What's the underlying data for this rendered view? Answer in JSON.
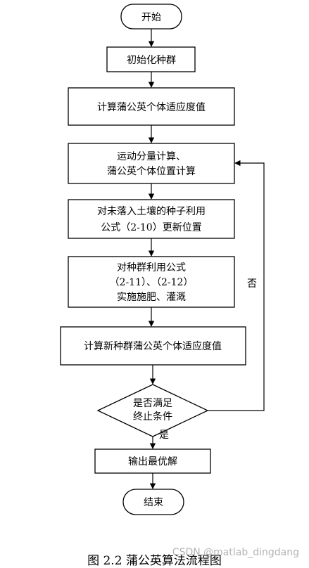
{
  "nodes": {
    "start": "开始",
    "init": "初始化种群",
    "fitness": "计算蒲公英个体适应度值",
    "motion": [
      "运动分量计算、",
      "蒲公英个体位置计算"
    ],
    "update": [
      "对未落入土壤的种子利用",
      "公式（2-10）更新位置"
    ],
    "fertilize": [
      "对种群利用公式",
      "（2-11）、（2-12）",
      "实施施肥、灌溉"
    ],
    "new_fitness": "计算新种群蒲公英个体适应度值",
    "decision": [
      "是否满足",
      "终止条件"
    ],
    "output": "输出最优解",
    "end": "结束"
  },
  "edge_labels": {
    "no": "否",
    "yes": "是"
  },
  "caption": "图 2.2  蒲公英算法流程图",
  "watermark": "CSDN @matlab_dingdang"
}
